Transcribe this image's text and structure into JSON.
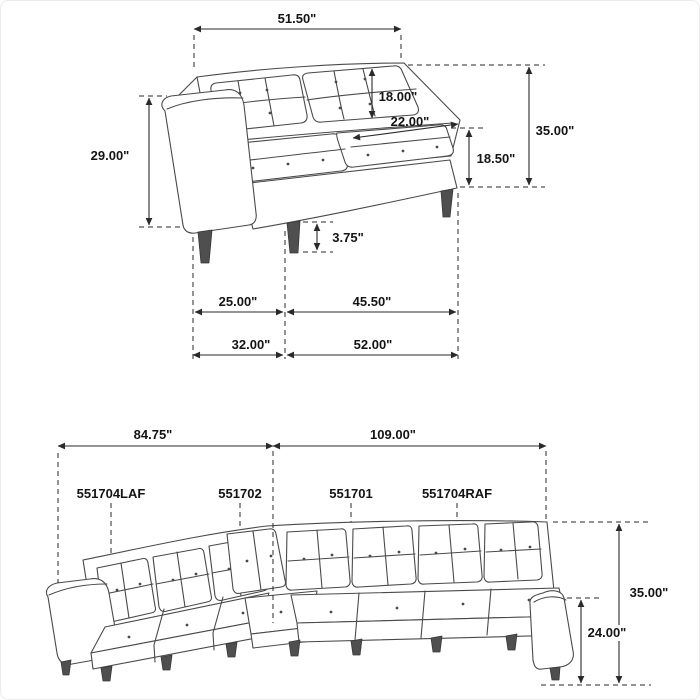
{
  "page": {
    "background": "#ffffff",
    "line_color": "#4a4a4a",
    "dimension_color": "#2a2a2a"
  },
  "loveseat": {
    "dim_top_width": "51.50\"",
    "dim_back_cushion": "18.00\"",
    "dim_seat_depth": "22.00\"",
    "dim_overall_height": "35.00\"",
    "dim_seat_height": "18.50\"",
    "dim_arm_height": "29.00\"",
    "dim_leg_height": "3.75\"",
    "dim_inner_depth": "25.00\"",
    "dim_seat_width": "45.50\"",
    "dim_depth": "32.00\"",
    "dim_width": "52.00\""
  },
  "sectional": {
    "dim_left_width": "84.75\"",
    "dim_right_width": "109.00\"",
    "dim_overall_height": "35.00\"",
    "dim_arm_height": "24.00\"",
    "sku_laf": "551704LAF",
    "sku_corner": "551702",
    "sku_armless": "551701",
    "sku_raf": "551704RAF"
  }
}
